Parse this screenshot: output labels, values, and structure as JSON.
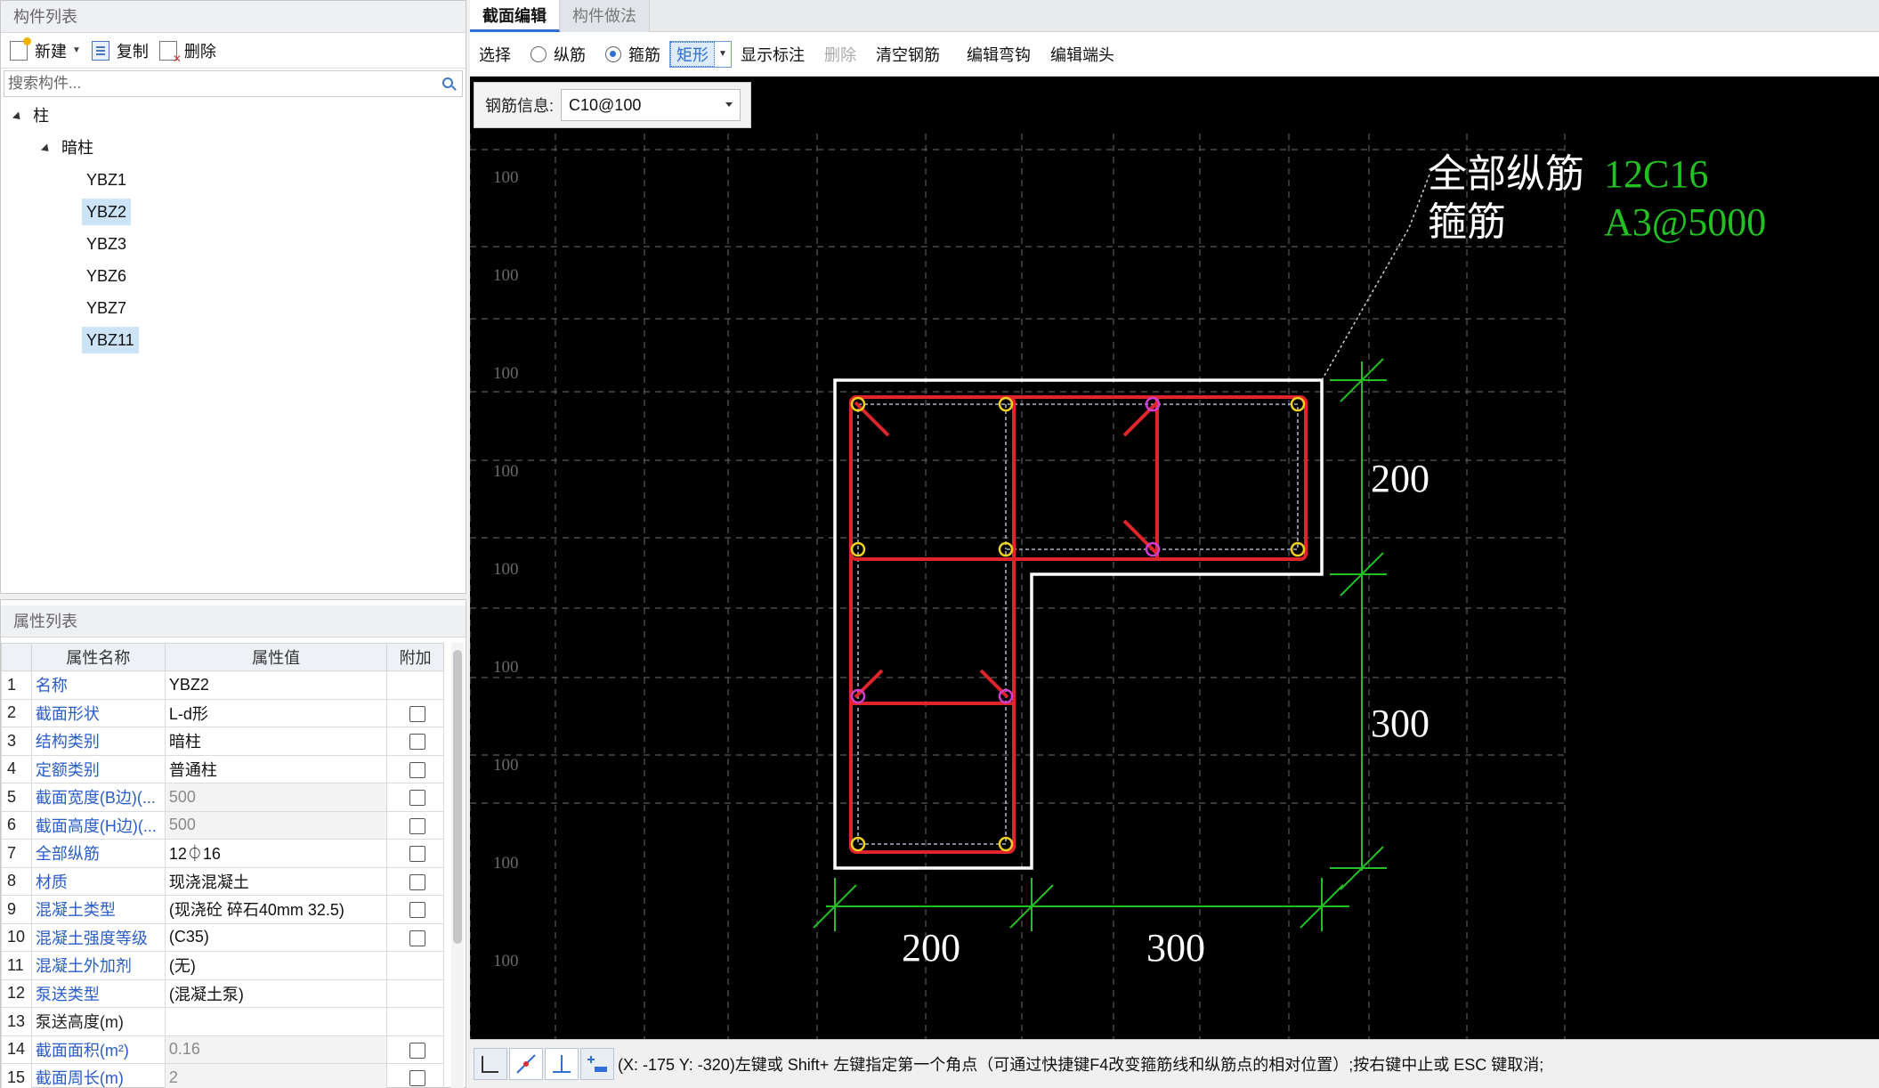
{
  "component_panel": {
    "title": "构件列表",
    "toolbar": {
      "new_label": "新建",
      "copy_label": "复制",
      "delete_label": "删除"
    },
    "search_placeholder": "搜索构件...",
    "tree": {
      "root": "柱",
      "group": "暗柱",
      "items": [
        "YBZ1",
        "YBZ2",
        "YBZ3",
        "YBZ6",
        "YBZ7",
        "YBZ11"
      ],
      "selected": [
        "YBZ2",
        "YBZ11"
      ]
    }
  },
  "property_panel": {
    "title": "属性列表",
    "headers": {
      "index": "",
      "name": "属性名称",
      "value": "属性值",
      "extra": "附加"
    },
    "rows": [
      {
        "index": "1",
        "name": "名称",
        "value": "YBZ2",
        "checkbox": false,
        "value_grey": false,
        "name_blue": true
      },
      {
        "index": "2",
        "name": "截面形状",
        "value": "L-d形",
        "checkbox": true,
        "value_grey": false,
        "name_blue": true
      },
      {
        "index": "3",
        "name": "结构类别",
        "value": "暗柱",
        "checkbox": true,
        "value_grey": false,
        "name_blue": true
      },
      {
        "index": "4",
        "name": "定额类别",
        "value": "普通柱",
        "checkbox": true,
        "value_grey": false,
        "name_blue": true
      },
      {
        "index": "5",
        "name": "截面宽度(B边)(...",
        "value": "500",
        "checkbox": true,
        "value_grey": true,
        "name_blue": true
      },
      {
        "index": "6",
        "name": "截面高度(H边)(...",
        "value": "500",
        "checkbox": true,
        "value_grey": true,
        "name_blue": true
      },
      {
        "index": "7",
        "name": "全部纵筋",
        "value": "12⏀16",
        "checkbox": true,
        "value_grey": false,
        "name_blue": true
      },
      {
        "index": "8",
        "name": "材质",
        "value": "现浇混凝土",
        "checkbox": true,
        "value_grey": false,
        "name_blue": true
      },
      {
        "index": "9",
        "name": "混凝土类型",
        "value": "(现浇砼 碎石40mm 32.5)",
        "checkbox": true,
        "value_grey": false,
        "name_blue": true
      },
      {
        "index": "10",
        "name": "混凝土强度等级",
        "value": "(C35)",
        "checkbox": true,
        "value_grey": false,
        "name_blue": true
      },
      {
        "index": "11",
        "name": "混凝土外加剂",
        "value": "(无)",
        "checkbox": false,
        "value_grey": false,
        "name_blue": true
      },
      {
        "index": "12",
        "name": "泵送类型",
        "value": "(混凝土泵)",
        "checkbox": false,
        "value_grey": false,
        "name_blue": true
      },
      {
        "index": "13",
        "name": "泵送高度(m)",
        "value": "",
        "checkbox": false,
        "value_grey": false,
        "name_blue": false
      },
      {
        "index": "14",
        "name": "截面面积(m²)",
        "value": "0.16",
        "checkbox": true,
        "value_grey": true,
        "name_blue": true
      },
      {
        "index": "15",
        "name": "截面周长(m)",
        "value": "2",
        "checkbox": true,
        "value_grey": true,
        "name_blue": true
      }
    ]
  },
  "editor": {
    "tabs": [
      {
        "label": "截面编辑",
        "active": true
      },
      {
        "label": "构件做法",
        "active": false
      }
    ],
    "toolbar": {
      "select": "选择",
      "longitudinal": "纵筋",
      "stirrup": "箍筋",
      "shape_value": "矩形",
      "show_annotation": "显示标注",
      "delete": "删除",
      "clear_rebar": "清空钢筋",
      "edit_hook": "编辑弯钩",
      "edit_end": "编辑端头"
    },
    "rebar_info": {
      "label": "钢筋信息:",
      "value": "C10@100"
    },
    "grid_label": "100",
    "annotation": {
      "line1_label": "全部纵筋",
      "line1_value": "12C16",
      "line2_label": "箍筋",
      "line2_value": "A3@5000"
    },
    "dimensions": {
      "right_top": "200",
      "right_bottom": "300",
      "bottom_left": "200",
      "bottom_right": "300"
    },
    "status_text": "(X: -175 Y: -320)左键或 Shift+ 左键指定第一个角点（可通过快捷键F4改变箍筋线和纵筋点的相对位置）;按右键中止或 ESC 键取消;",
    "colors": {
      "canvas_bg": "#000000",
      "outline": "#ffffff",
      "stirrup": "#e0242c",
      "rebar_point": "#f0d020",
      "rebar_point_alt": "#d040d0",
      "dimension": "#22c022",
      "grid": "#5a5a5a"
    }
  }
}
